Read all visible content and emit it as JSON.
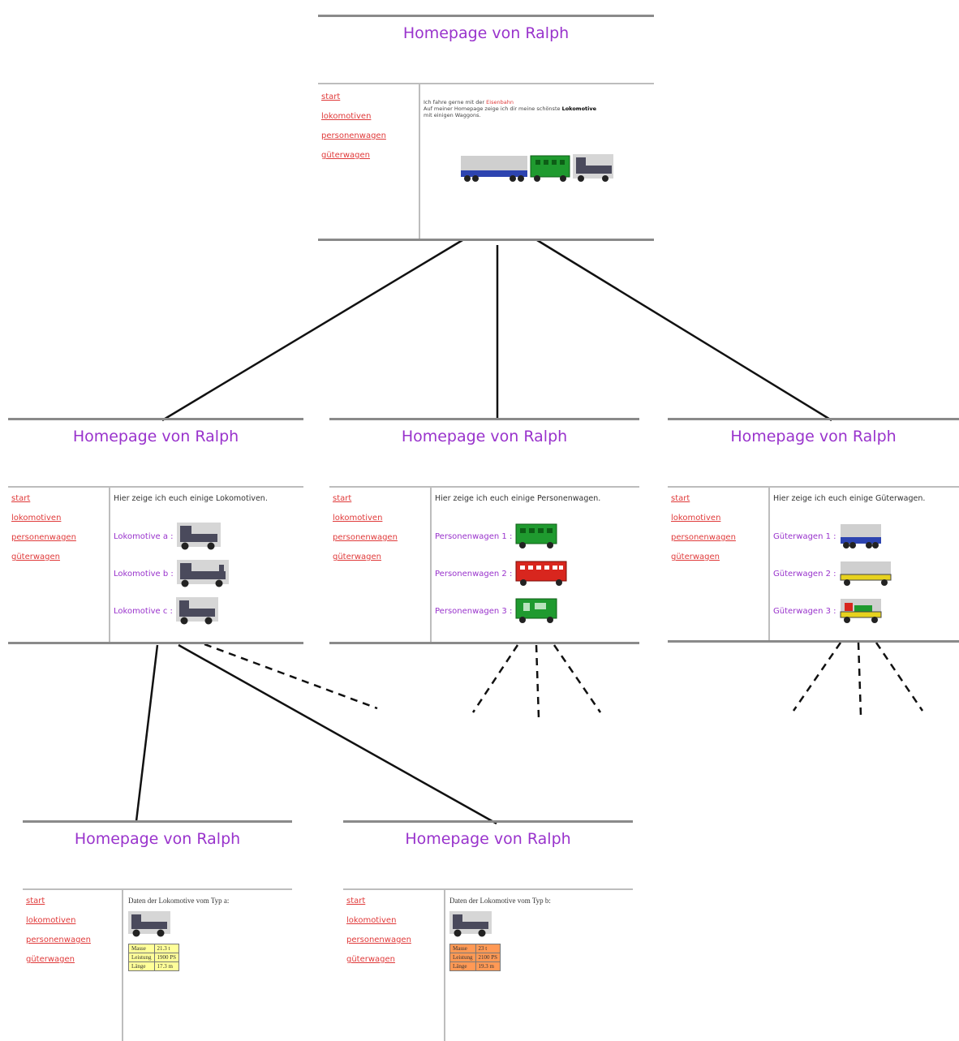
{
  "site_title": "Homepage von Ralph",
  "nav": {
    "start": "start",
    "lokomotiven": "lokomotiven",
    "personenwagen": "personenwagen",
    "gueterwagen": "güterwagen"
  },
  "start_page": {
    "line1_prefix": "Ich fahre gerne mit der",
    "line1_link": "Eisenbahn",
    "line2_prefix": "Auf meiner Homepage zeige ich dir meine schönste",
    "line2_bold": "Lokomotive",
    "line3": "mit einigen Waggons."
  },
  "lokomotiven_page": {
    "intro": "Hier zeige ich euch einige Lokomotiven.",
    "items": [
      "Lokomotive a :",
      "Lokomotive b :",
      "Lokomotive c :"
    ]
  },
  "personenwagen_page": {
    "intro": "Hier zeige ich euch einige Personenwagen.",
    "items": [
      "Personenwagen 1 :",
      "Personenwagen 2 :",
      "Personenwagen 3 :"
    ]
  },
  "gueterwagen_page": {
    "intro": "Hier zeige ich euch einige Güterwagen.",
    "items": [
      "Güterwagen 1 :",
      "Güterwagen 2 :",
      "Güterwagen 3 :"
    ]
  },
  "detail_a": {
    "heading": "Daten der Lokomotive vom Typ a:",
    "rows": [
      [
        "Masse",
        "21.3 t"
      ],
      [
        "Leistung",
        "1900 PS"
      ],
      [
        "Länge",
        "17.3 m"
      ]
    ]
  },
  "detail_b": {
    "heading": "Daten der Lokomotive vom Typ b:",
    "rows": [
      [
        "Masse",
        "23 t"
      ],
      [
        "Leistung",
        "2100 PS"
      ],
      [
        "Länge",
        "19.3 m"
      ]
    ]
  },
  "colors": {
    "title": "#9933cc",
    "link": "#e03a3a",
    "rule": "#8a8a8a",
    "table_a_bg": "#ffff99",
    "table_b_bg": "#ff9955"
  }
}
